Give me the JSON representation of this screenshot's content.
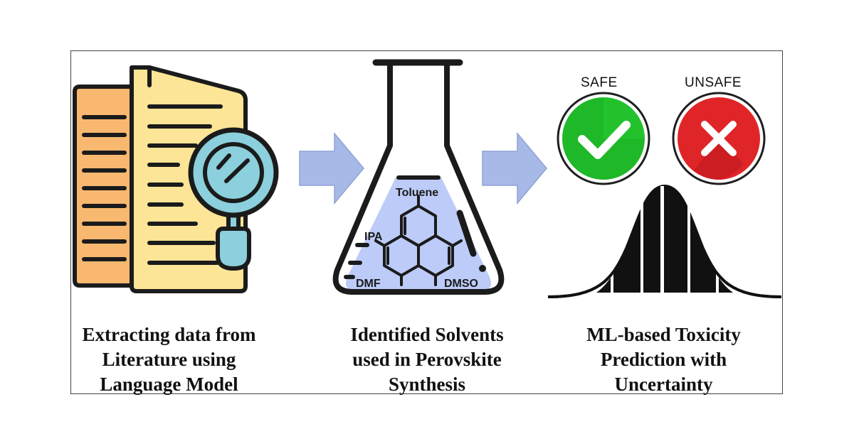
{
  "steps": [
    {
      "lines": [
        "Extracting data from",
        "Literature using",
        "Language Model"
      ]
    },
    {
      "lines": [
        "Identified Solvents",
        "used in Perovskite",
        "Synthesis"
      ]
    },
    {
      "lines": [
        "ML-based Toxicity",
        "Prediction with",
        "Uncertainty"
      ]
    }
  ],
  "solvents": {
    "toluene": "Toluene",
    "ipa": "IPA",
    "dmf": "DMF",
    "dmso": "DMSO"
  },
  "verdicts": {
    "safe": "SAFE",
    "unsafe": "UNSAFE"
  },
  "icons": {
    "documents": "document-search-icon",
    "flask": "flask-icon",
    "safe": "check-icon",
    "unsafe": "cross-icon",
    "distribution": "bell-curve-icon"
  },
  "colors": {
    "back_doc": "#f9b870",
    "front_doc": "#fce596",
    "magnifier": "#8bd0dc",
    "liquid": "#bccbf8",
    "arrow": "#a7b9e6",
    "safe": "#1fb828",
    "unsafe": "#e02529"
  }
}
